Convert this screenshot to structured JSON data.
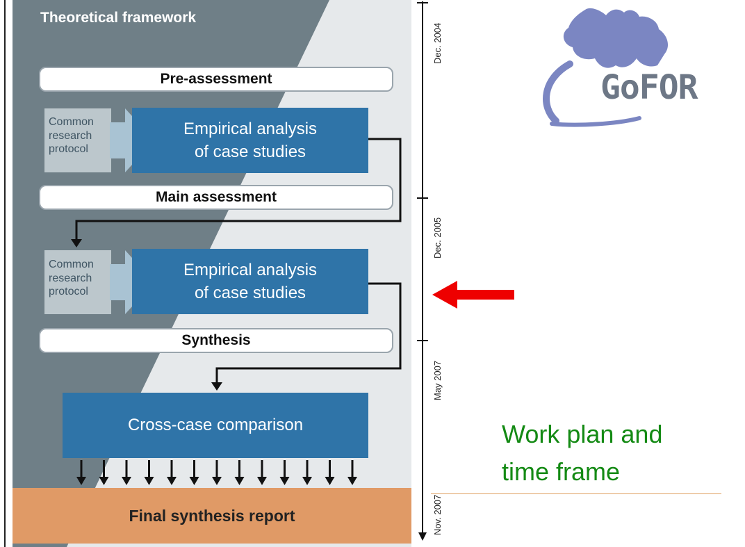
{
  "diagram": {
    "framework_label": "Theoretical framework",
    "pre_assessment": "Pre-assessment",
    "protocol_1": "Common\nresearch\nprotocol",
    "empirical_1_line1": "Empirical analysis",
    "empirical_1_line2": "of case studies",
    "main_assessment": "Main assessment",
    "protocol_2": "Common\nresearch\nprotocol",
    "empirical_2_line1": "Empirical analysis",
    "empirical_2_line2": "of case studies",
    "synthesis": "Synthesis",
    "cross_case": "Cross-case comparison",
    "final_report": "Final synthesis report"
  },
  "timeline": {
    "dates": [
      "Dec. 2004",
      "Dec. 2005",
      "May 2007",
      "Nov. 2007"
    ]
  },
  "logo": {
    "text": "GoFOR"
  },
  "slide_title": {
    "line1": "Work plan and",
    "line2": "time frame"
  },
  "colors": {
    "accent_green": "#148a14",
    "arrow_red": "#ee0000",
    "box_blue": "#2f74a8",
    "final_orange": "#e09a66",
    "framework_gray": "#6f7f87"
  }
}
